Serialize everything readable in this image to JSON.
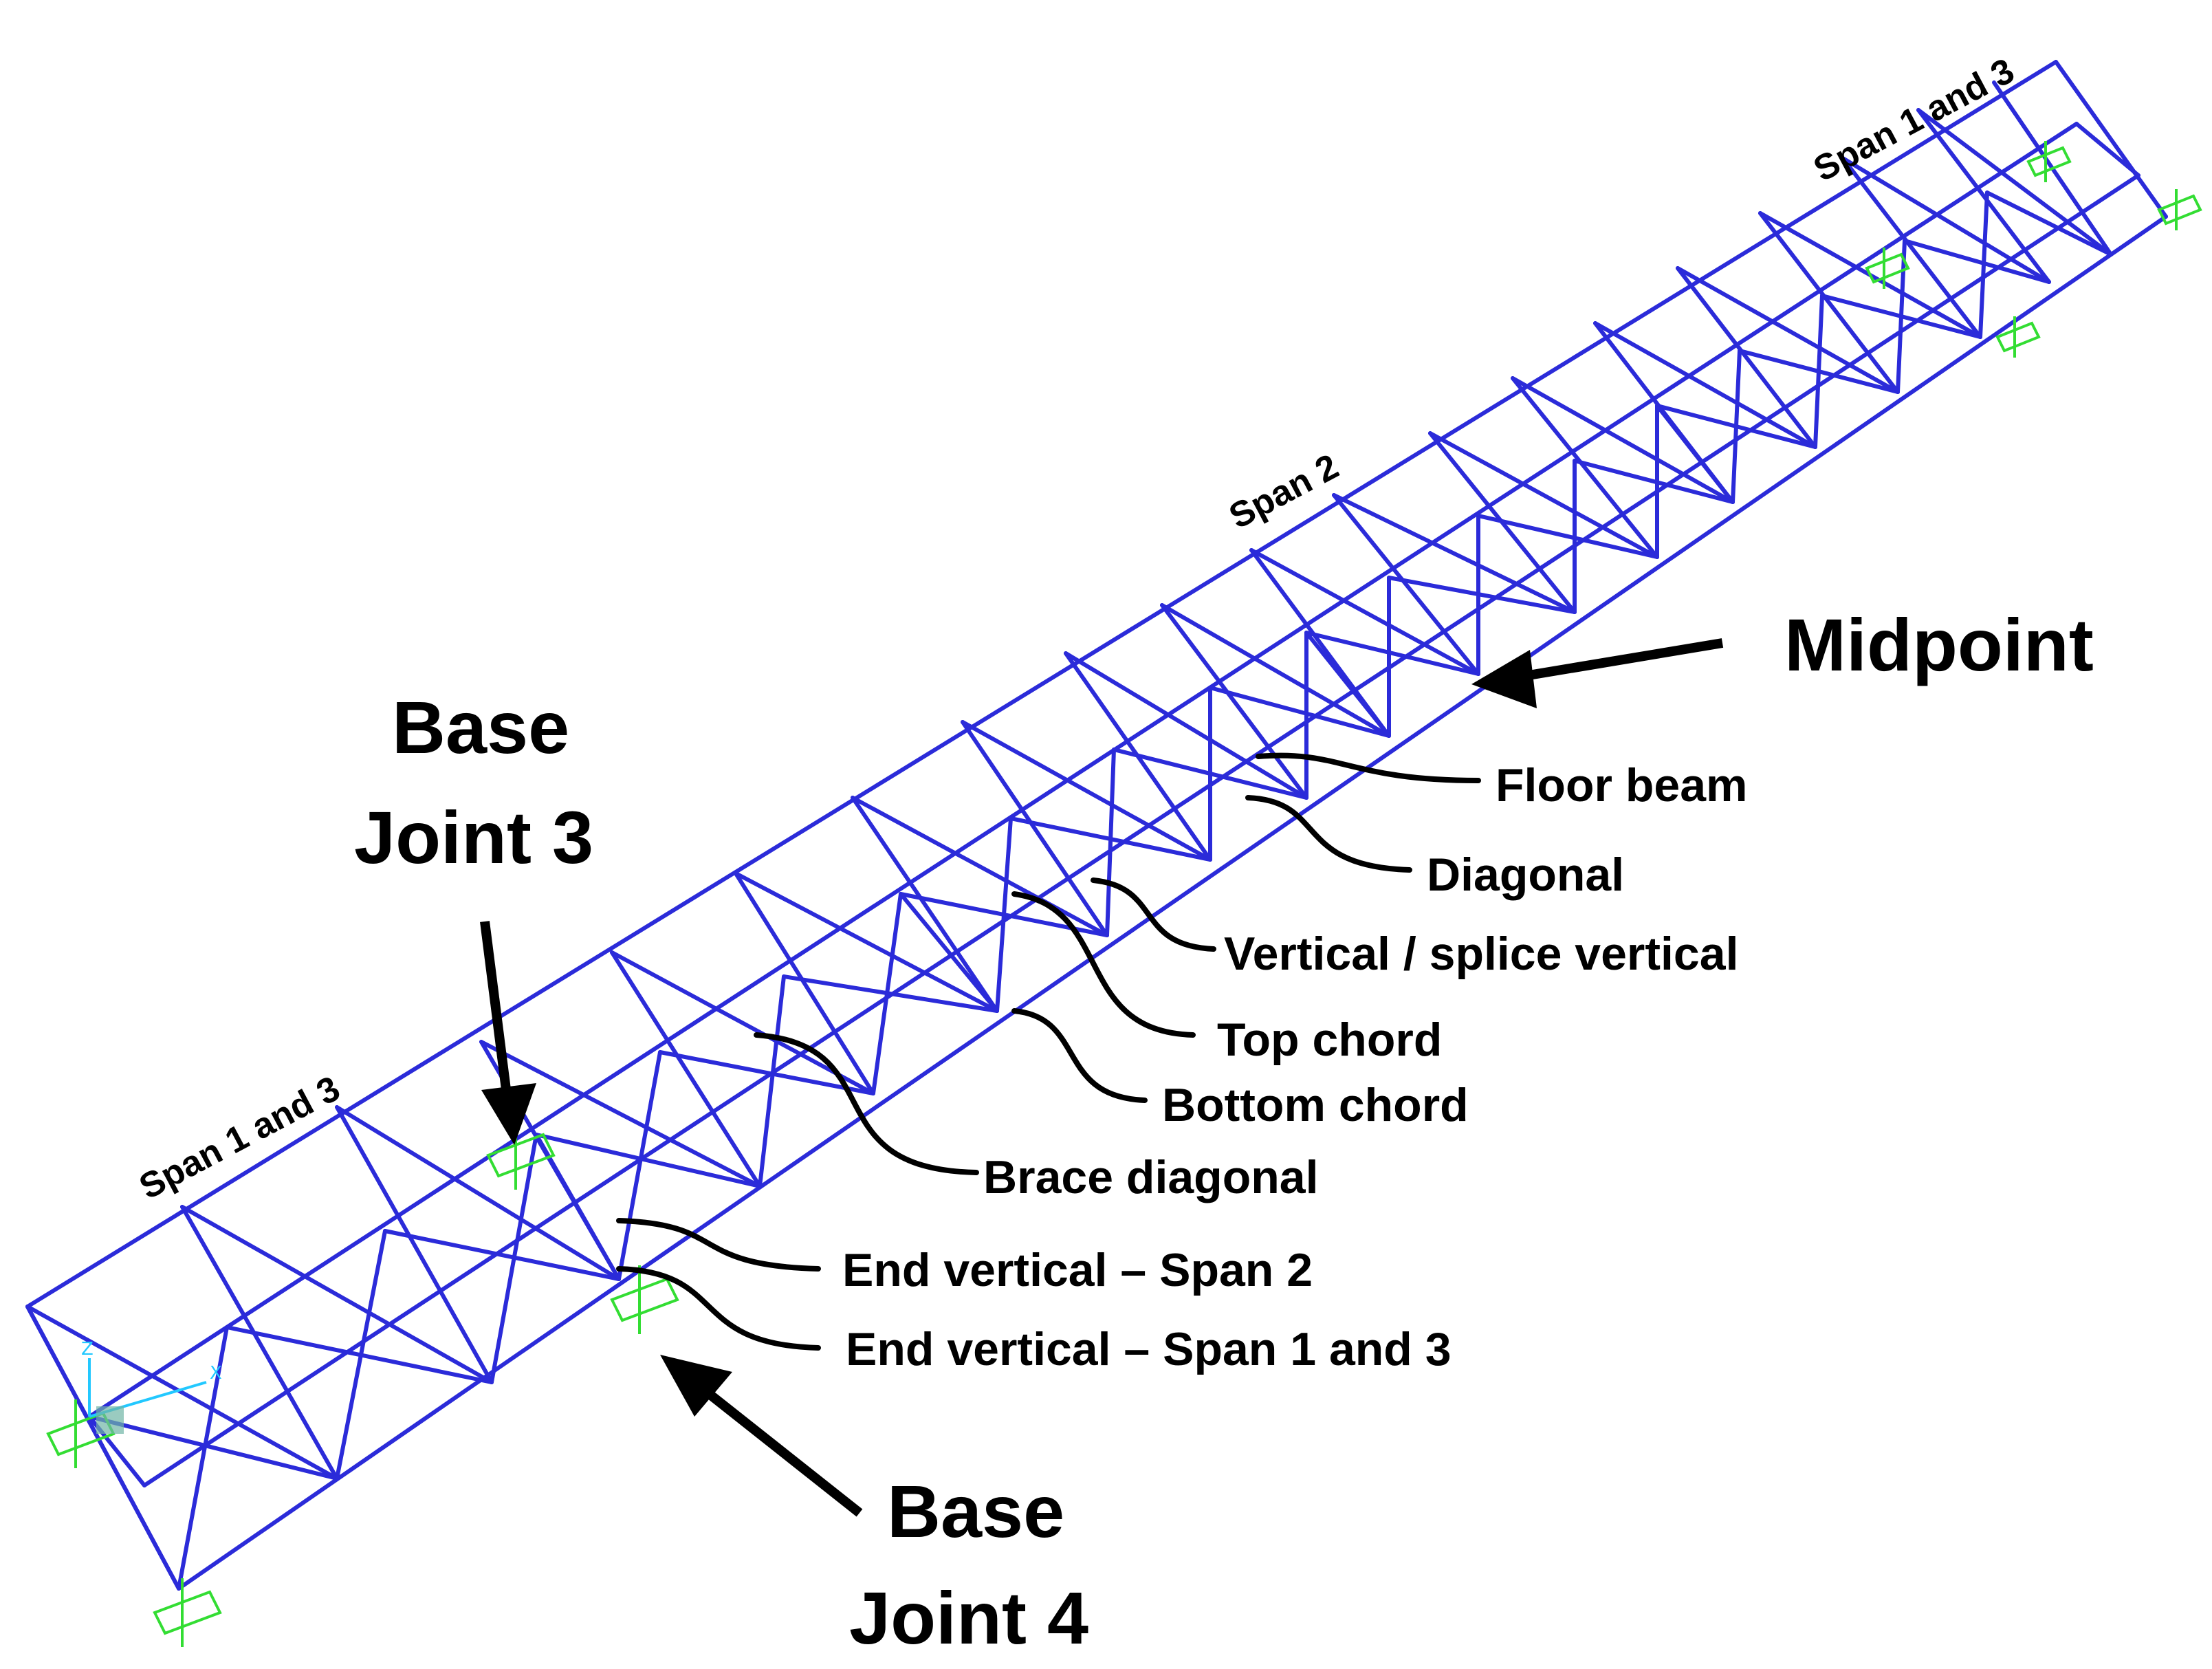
{
  "labels": {
    "span_left": "Span 1 and 3",
    "span_middle": "Span 2",
    "span_right": "Span 1 and 3",
    "base_joint_3_line1": "Base",
    "base_joint_3_line2": "Joint 3",
    "base_joint_4_line1": "Base",
    "base_joint_4_line2": "Joint 4",
    "midpoint": "Midpoint",
    "floor_beam": "Floor beam",
    "diagonal": "Diagonal",
    "vertical_splice": "Vertical / splice vertical",
    "top_chord": "Top chord",
    "bottom_chord": "Bottom chord",
    "brace_diagonal": "Brace diagonal",
    "end_vertical_span2": "End vertical – Span 2",
    "end_vertical_span13": "End vertical – Span 1 and 3"
  },
  "axis": {
    "z": "Z",
    "x": "X"
  },
  "colors": {
    "member": "#2b2bd9",
    "support": "#33dd33",
    "axis": "#22c8ff",
    "text": "#000000"
  }
}
